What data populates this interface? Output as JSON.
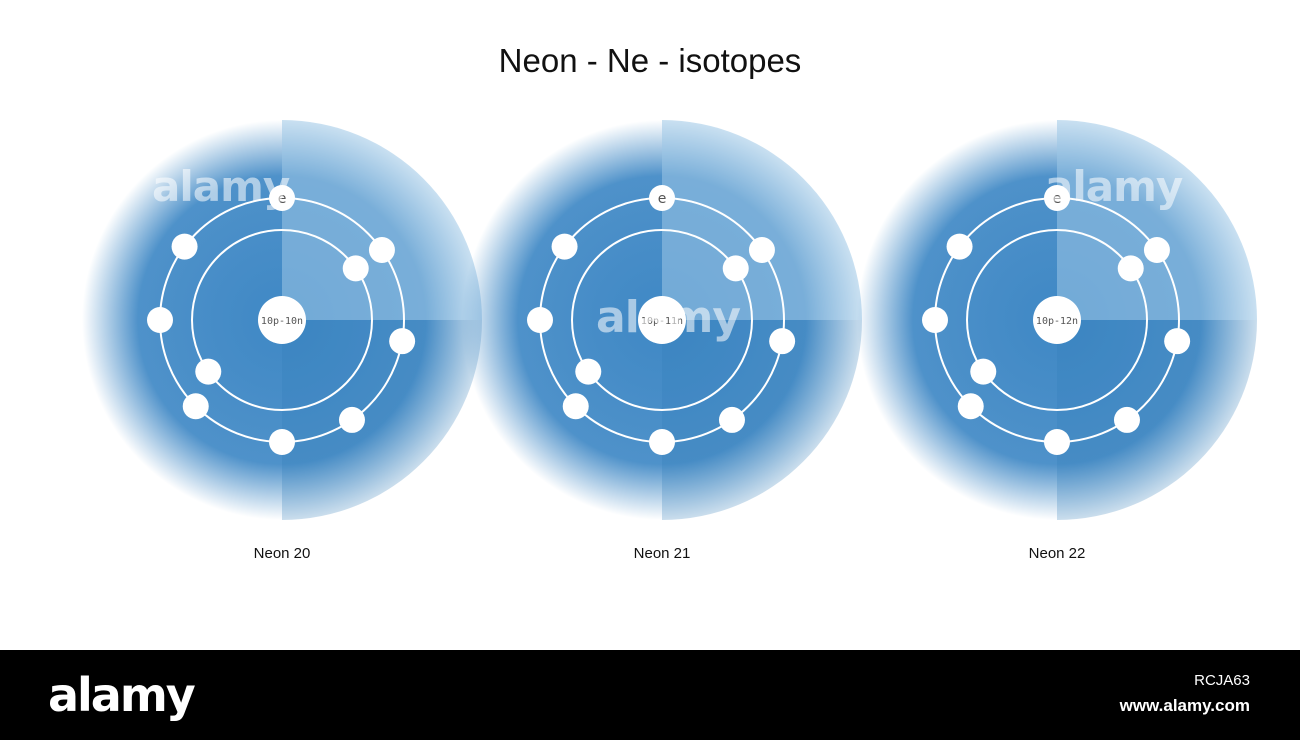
{
  "title": "Neon - Ne - isotopes",
  "electron_label": "e",
  "shells": [
    2,
    8
  ],
  "colors": {
    "glow": "#3f88c5",
    "light_quadrant": "#9cc6e6",
    "shell": "#ffffff",
    "nucleus": "#ffffff",
    "footer": "#000000"
  },
  "isotopes": [
    {
      "name": "Neon 20",
      "nucleus": "10p-10n"
    },
    {
      "name": "Neon 21",
      "nucleus": "10p-11n"
    },
    {
      "name": "Neon 22",
      "nucleus": "10p-12n"
    }
  ],
  "watermark": "alamy",
  "footer": {
    "logo": "alamy",
    "image_id": "RCJA63",
    "url": "www.alamy.com"
  }
}
